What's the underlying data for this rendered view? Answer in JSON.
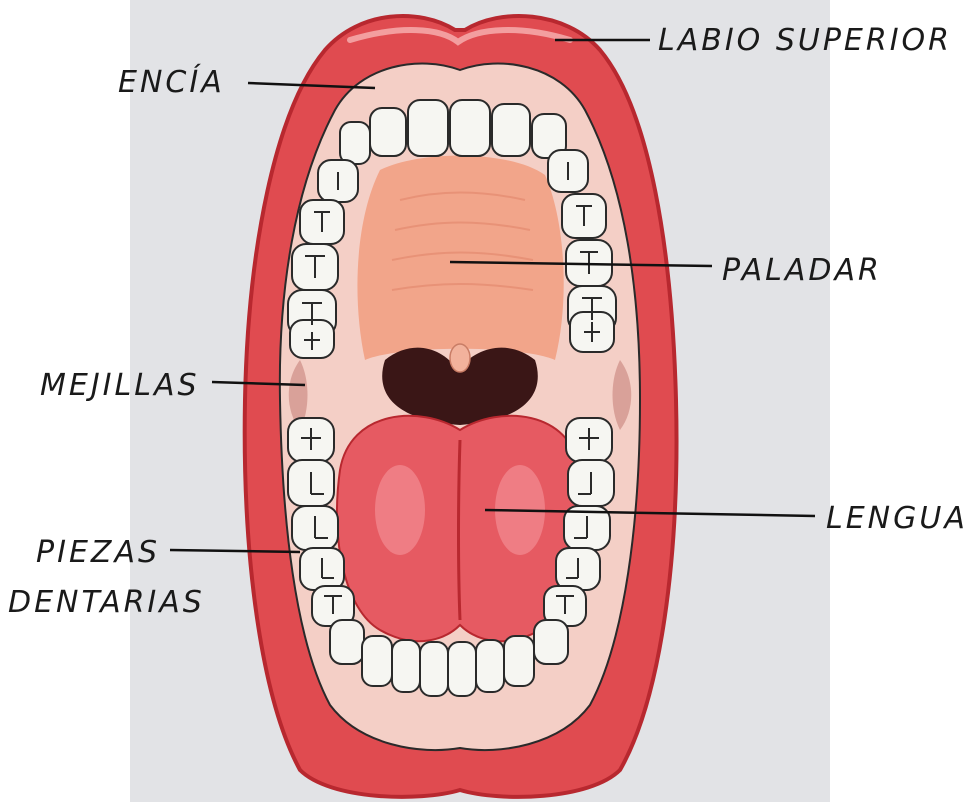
{
  "diagram": {
    "labels": {
      "labio_superior": "LABIO SUPERIOR",
      "encia": "ENCÍA",
      "paladar": "PALADAR",
      "mejillas": "MEJILLAS",
      "lengua": "LENGUA",
      "piezas_line1": "PIEZAS",
      "piezas_line2": "DENTARIAS"
    },
    "colors": {
      "panel": "#e2e3e6",
      "lips": "#e04b50",
      "lip_dark": "#b8282f",
      "gum": "#f4cfc6",
      "palate": "#f2a58a",
      "throat": "#3a1616",
      "tongue": "#e65a62",
      "tooth": "#f6f6f2",
      "tooth_outline": "#2a2a2a",
      "line": "#111111"
    }
  }
}
